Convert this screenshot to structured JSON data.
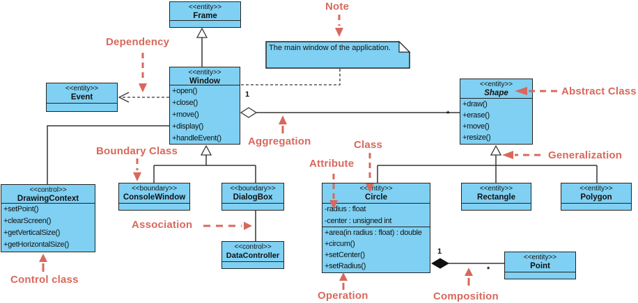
{
  "colors": {
    "class_fill": "#7FD0F2",
    "connector_line": "#333333",
    "annotation_red": "#D8685C"
  },
  "note": {
    "text": "The main window of the application."
  },
  "annotations": {
    "note": "Note",
    "dependency": "Dependency",
    "boundary_class": "Boundary Class",
    "aggregation": "Aggregation",
    "association": "Association",
    "attribute": "Attribute",
    "class": "Class",
    "abstract_class": "Abstract Class",
    "generalization": "Generalization",
    "control_class": "Control class",
    "operation": "Operation",
    "composition": "Composition"
  },
  "multiplicities": {
    "aggregation_source": "1",
    "aggregation_target": "*",
    "composition_source": "1",
    "composition_target": "*"
  },
  "classes": {
    "frame": {
      "stereotype": "<<entity>>",
      "name": "Frame"
    },
    "window": {
      "stereotype": "<<entity>>",
      "name": "Window",
      "operations": [
        "+open()",
        "+close()",
        "+move()",
        "+display()",
        "+handleEvent()"
      ]
    },
    "event": {
      "stereotype": "<<entity>>",
      "name": "Event"
    },
    "shape": {
      "stereotype": "<<entity>>",
      "name": "Shape",
      "operations": [
        "+draw()",
        "+erase()",
        "+move()",
        "+resize()"
      ]
    },
    "drawing_context": {
      "stereotype": "<<control>>",
      "name": "DrawingContext",
      "operations": [
        "+setPoint()",
        "+clearScreen()",
        "+getVerticalSize()",
        "+getHorizontalSize()"
      ]
    },
    "console_window": {
      "stereotype": "<<boundary>>",
      "name": "ConsoleWindow"
    },
    "dialog_box": {
      "stereotype": "<<boundary>>",
      "name": "DialogBox"
    },
    "data_controller": {
      "stereotype": "<<control>>",
      "name": "DataController"
    },
    "circle": {
      "stereotype": "<<entity>>",
      "name": "Circle",
      "attributes": [
        "-radius : float",
        "-center : unsigned int"
      ],
      "operations": [
        "+area(in radius : float) : double",
        "+circum()",
        "+setCenter()",
        "+setRadius()"
      ]
    },
    "rectangle": {
      "stereotype": "<<entity>>",
      "name": "Rectangle"
    },
    "polygon": {
      "stereotype": "<<entity>>",
      "name": "Polygon"
    },
    "point": {
      "stereotype": "<<entity>>",
      "name": "Point"
    }
  }
}
